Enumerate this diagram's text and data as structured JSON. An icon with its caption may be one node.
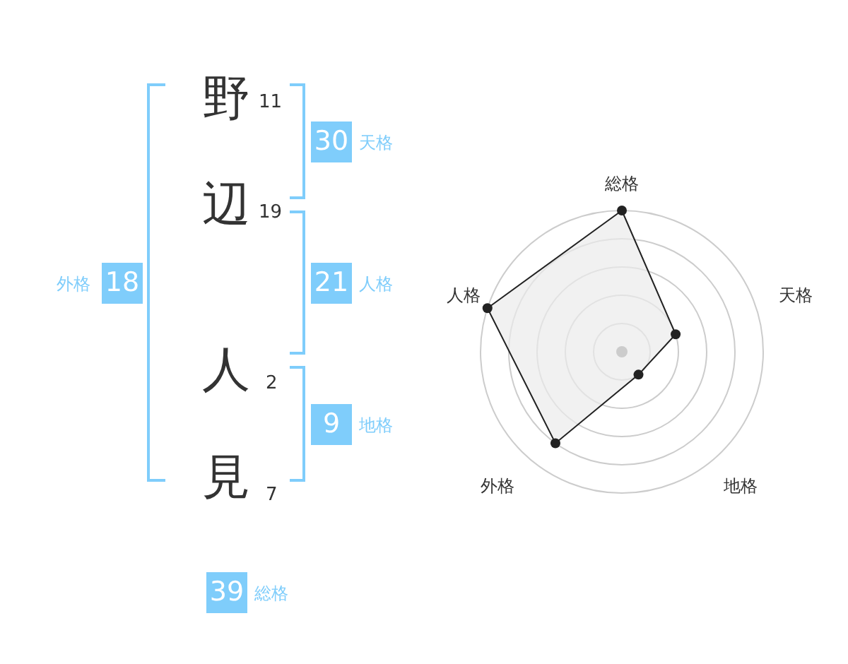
{
  "diagram": {
    "nodes": [
      {
        "text": [
          "30"
        ],
        "beside": [
          "天格"
        ]
      },
      {
        "text": [
          "18"
        ],
        "beside": [
          "外格"
        ]
      },
      {
        "text": [
          "21"
        ],
        "beside": [
          "人格"
        ]
      },
      {
        "text": [
          "9"
        ],
        "beside": [
          "地格"
        ]
      },
      {
        "text": [
          "39"
        ],
        "beside": [
          "総格"
        ]
      }
    ],
    "labels": [
      "野",
      "11",
      "辺",
      "19",
      "人",
      "2",
      "見",
      "7",
      "総格",
      "人格",
      "天格",
      "外格",
      "地格"
    ]
  }
}
